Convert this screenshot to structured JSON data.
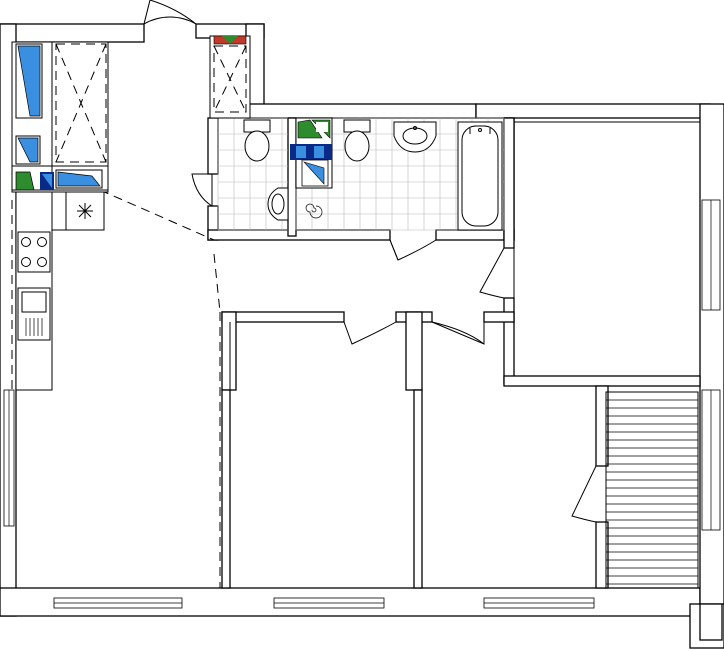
{
  "colors": {
    "background": "#ffffff",
    "wall": "#000000",
    "tile_grid": "#b8b8b8",
    "panel_blue": "#3b8fe0",
    "panel_green": "#2e8b2e",
    "panel_navy": "#0a2a8a",
    "panel_red": "#c0392b"
  },
  "icons": {
    "toilet": "toilet-icon",
    "sink": "sink-icon",
    "bathtub": "bathtub-icon",
    "stove": "stove-icon",
    "kitchen_sink": "kitchen-sink-icon",
    "fan": "fan-icon",
    "shower_drain": "drain-icon"
  },
  "rooms": [
    {
      "id": "kitchen-living"
    },
    {
      "id": "bathroom-a"
    },
    {
      "id": "bathroom-b"
    },
    {
      "id": "hallway"
    },
    {
      "id": "bedroom-1"
    },
    {
      "id": "bedroom-2"
    },
    {
      "id": "bedroom-3"
    },
    {
      "id": "balcony"
    }
  ]
}
